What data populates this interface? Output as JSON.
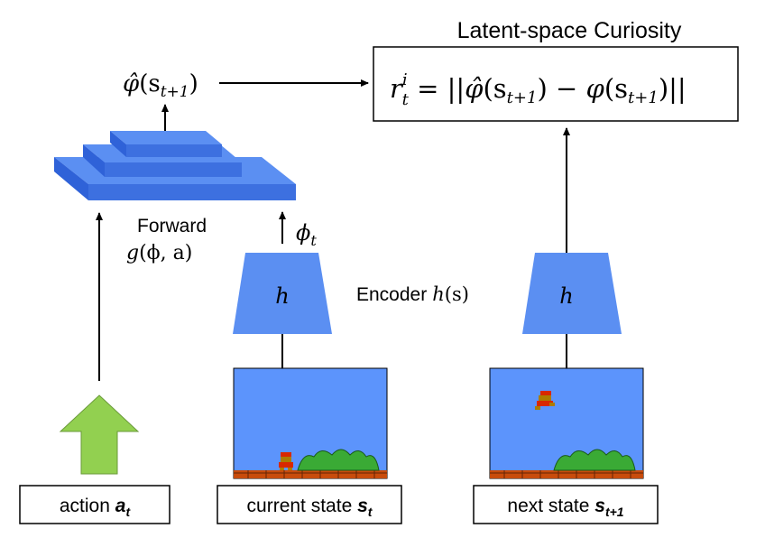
{
  "title": "Latent-space Curiosity",
  "reward": {
    "r": "r",
    "sup": "i",
    "sub": "t",
    "eq": " = ||",
    "phihat": "φ̂",
    "arg1": "(s",
    "arg1_sub": "t+1",
    "minus": ") − ",
    "phi": "φ",
    "arg2": "(s",
    "arg2_sub": "t+1",
    "close": ")||"
  },
  "forward": {
    "label": "Forward",
    "func_g": "g",
    "func_args": "(ϕ, a)",
    "output": {
      "phihat": "φ̂",
      "arg": "(s",
      "arg_sub": "t+1",
      "close": ")"
    }
  },
  "phi_t": {
    "phi": "ϕ",
    "sub": "t"
  },
  "encoder": {
    "label": "Encoder",
    "func_h": "h",
    "func_args": "(s)",
    "left_symbol": "h",
    "right_symbol": "h"
  },
  "boxes": {
    "action": {
      "text": "action ",
      "var": "a",
      "sub": "t"
    },
    "current": {
      "text": "current state ",
      "var": "s",
      "sub": "t"
    },
    "next": {
      "text": "next state ",
      "var": "s",
      "sub": "t+1"
    }
  },
  "colors": {
    "encoder_blue": "#5b8ff2",
    "pyramid_top": "#5b8ff2",
    "pyramid_side": "#2f62d8",
    "pyramid_front": "#3d70e0",
    "action_arrow": "#92d050",
    "sky": "#5c94fc",
    "ground": "#c84c0c",
    "bush": "#3aaa35"
  }
}
